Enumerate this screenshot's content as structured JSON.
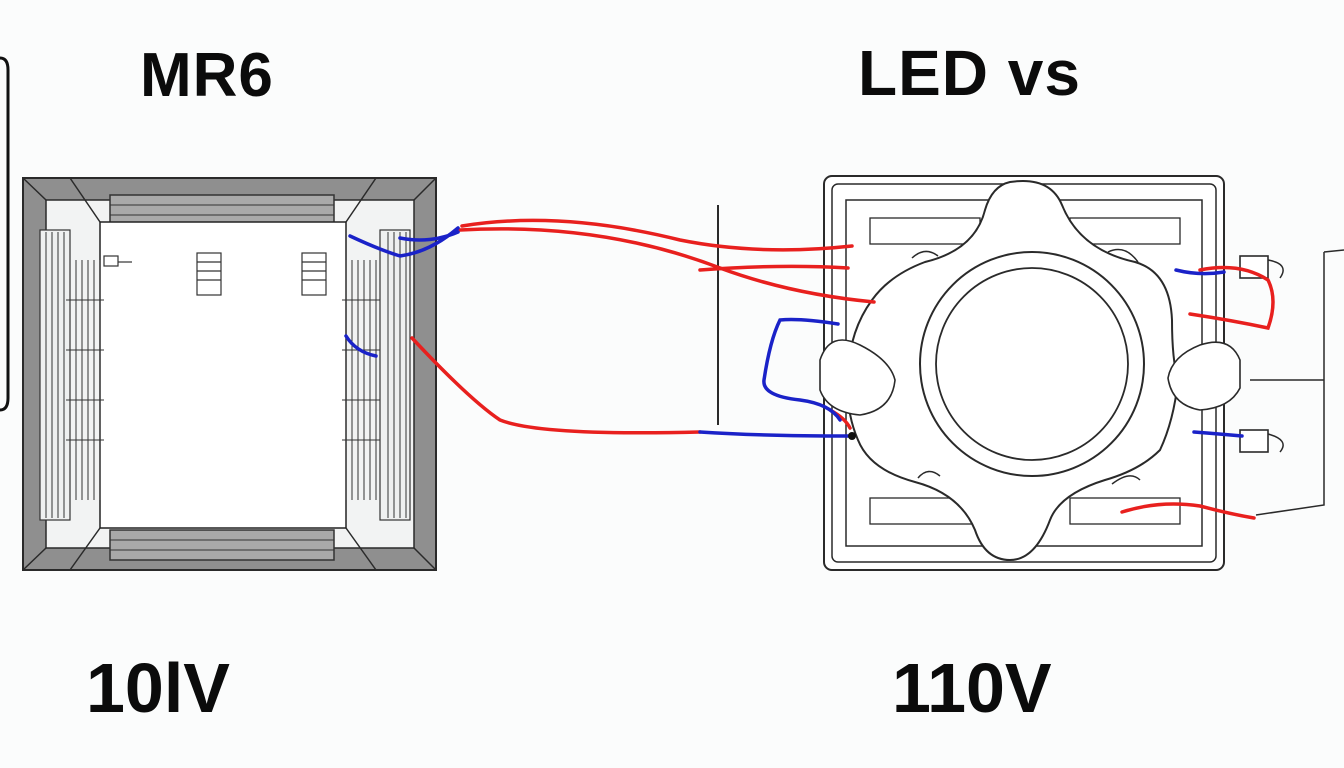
{
  "labels": {
    "left_title": "MR6",
    "right_title": "LED vs",
    "left_voltage": "10lV",
    "right_voltage": "110V"
  },
  "colors": {
    "wire_positive": "#e8201e",
    "wire_negative": "#1a22c8",
    "outline": "#2a2a2a",
    "frame_fill": "#8f8f8f"
  }
}
